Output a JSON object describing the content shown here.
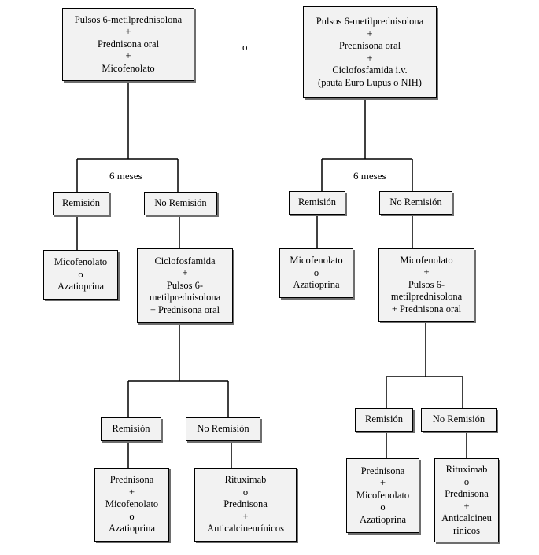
{
  "separator": "o",
  "left": {
    "start": [
      "Pulsos 6-metilprednisolona",
      "+",
      "Prednisona oral",
      "+",
      "Micofenolato"
    ],
    "period": "6 meses",
    "remission": "Remisión",
    "no_remission": "No Remisión",
    "remission_result": [
      "Micofenolato",
      "o",
      "Azatioprina"
    ],
    "no_remission_result": [
      "Ciclofosfamida",
      "+",
      "Pulsos 6-",
      "metilprednisolona",
      "+ Prednisona oral"
    ],
    "second_remission": "Remisión",
    "second_no_remission": "No Remisión",
    "second_remission_result": [
      "Prednisona",
      "+",
      "Micofenolato",
      "o",
      "Azatioprina"
    ],
    "second_no_remission_result": [
      "Rituximab",
      "o",
      "Prednisona",
      "+",
      "Anticalcineurínicos"
    ]
  },
  "right": {
    "start": [
      "Pulsos 6-metilprednisolona",
      "+",
      "Prednisona oral",
      "+",
      "Ciclofosfamida i.v.",
      "(pauta Euro Lupus o NIH)"
    ],
    "period": "6 meses",
    "remission": "Remisión",
    "no_remission": "No Remisión",
    "remission_result": [
      "Micofenolato",
      "o",
      "Azatioprina"
    ],
    "no_remission_result": [
      "Micofenolato",
      "+",
      "Pulsos 6-",
      "metilprednisolona",
      "+ Prednisona oral"
    ],
    "second_remission": "Remisión",
    "second_no_remission": "No Remisión",
    "second_remission_result": [
      "Prednisona",
      "+",
      "Micofenolato",
      "o",
      "Azatioprina"
    ],
    "second_no_remission_result": [
      "Rituximab",
      "o",
      "Prednisona",
      "+",
      "Anticalcineu",
      "rínicos"
    ]
  }
}
